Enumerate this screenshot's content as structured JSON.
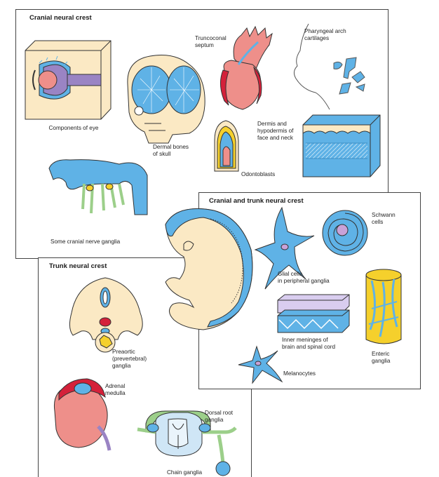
{
  "panels": {
    "cranial": {
      "title": "Cranial neural crest",
      "labels": {
        "eye": "Components of eye",
        "skull": "Dermal bones\nof skull",
        "truncoconal": "Truncoconal\nseptum",
        "pharyngeal": "Pharyngeal arch\ncartilages",
        "dermis": "Dermis and\nhypodermis of\nface and neck",
        "odontoblasts": "Odontoblasts",
        "ganglia": "Some cranial nerve ganglia"
      }
    },
    "trunk": {
      "title": "Trunk neural crest",
      "labels": {
        "preaortic": "Preaortic\n(prevertebral)\nganglia",
        "adrenal": "Adrenal\nmedulla",
        "dorsal": "Dorsal root\nganglia",
        "chain": "Chain ganglia"
      }
    },
    "both": {
      "title": "Cranial and trunk neural crest",
      "labels": {
        "schwann": "Schwann\ncells",
        "glial": "Glial cells\nin peripheral ganglia",
        "meninges": "Inner meninges of\nbrain and spinal cord",
        "enteric": "Enteric\nganglia",
        "melanocytes": "Melanocytes"
      }
    }
  },
  "colors": {
    "crest_blue": "#5fb2e6",
    "tissue_cream": "#fbe9c4",
    "red": "#d4213a",
    "pink": "#ee8f8a",
    "green": "#9ccf8a",
    "purple": "#9a84c4",
    "yellow": "#f5d02c"
  }
}
